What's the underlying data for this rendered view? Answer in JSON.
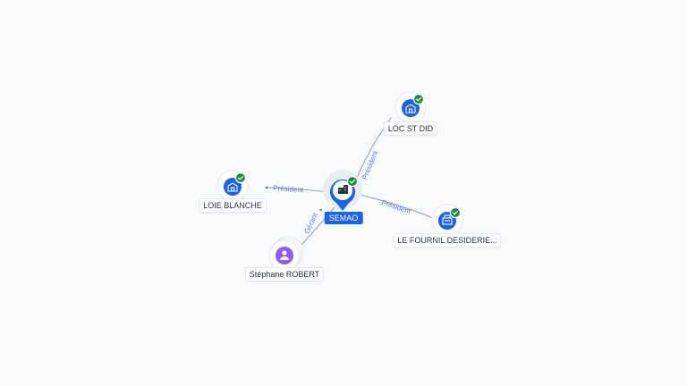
{
  "graph": {
    "nodes": {
      "semao": {
        "label": "SEMAO",
        "kind": "company",
        "icon": "building-icon",
        "verified": true
      },
      "loc_st_did": {
        "label": "LOC ST DID",
        "kind": "company",
        "icon": "building-icon",
        "verified": true
      },
      "loie_blanche": {
        "label": "LOIE BLANCHE",
        "kind": "company",
        "icon": "building-icon",
        "verified": true
      },
      "le_fournil": {
        "label": "LE FOURNIL DESIDERIE...",
        "kind": "company",
        "icon": "building-icon",
        "verified": true
      },
      "stephane_robert": {
        "label": "Stéphane ROBERT",
        "kind": "person",
        "icon": "person-icon",
        "verified": false
      }
    },
    "edges": {
      "to_loc_st_did": "Président",
      "to_loie_blanche": "Président",
      "to_le_fournil": "Président",
      "to_stephane_robert": "Gérant"
    }
  },
  "colors": {
    "background": "#f9fafc",
    "company": "#1a63e8",
    "person": "#8b5cf6",
    "verified": "#1b8a3c",
    "edge_label": "#5b7bd6"
  }
}
